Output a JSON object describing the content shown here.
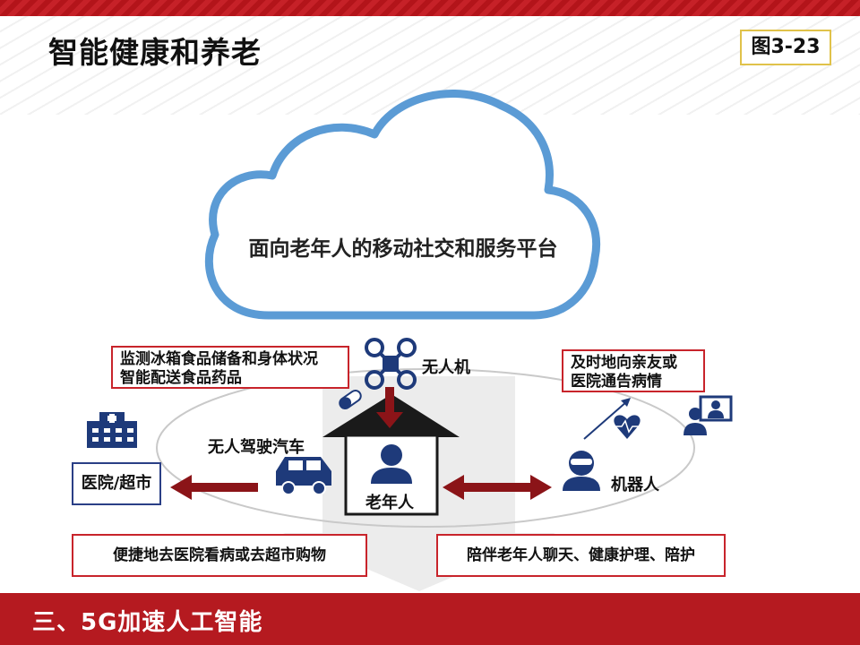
{
  "slide": {
    "title": "智能健康和养老",
    "figure_label": "图3-23",
    "footer": "三、5G加速人工智能"
  },
  "diagram": {
    "cloud_label": "面向老年人的移动社交和服务平台",
    "center_label": "老年人",
    "drone_label": "无人机",
    "car_label": "无人驾驶汽车",
    "robot_label": "机器人",
    "hospital_label": "医院/超市",
    "notes": {
      "monitor": [
        "监测冰箱食品储备和身体状况",
        "智能配送食品药品"
      ],
      "notify": [
        "及时地向亲友或",
        "医院通告病情"
      ],
      "transport": "便捷地去医院看病或去超市购物",
      "companion": "陪伴老年人聊天、健康护理、陪护"
    },
    "colors": {
      "brand_red": "#b51a20",
      "arrow_red": "#8b1418",
      "icon_navy": "#1e3a7a",
      "cloud_blue": "#5b9bd5"
    }
  }
}
